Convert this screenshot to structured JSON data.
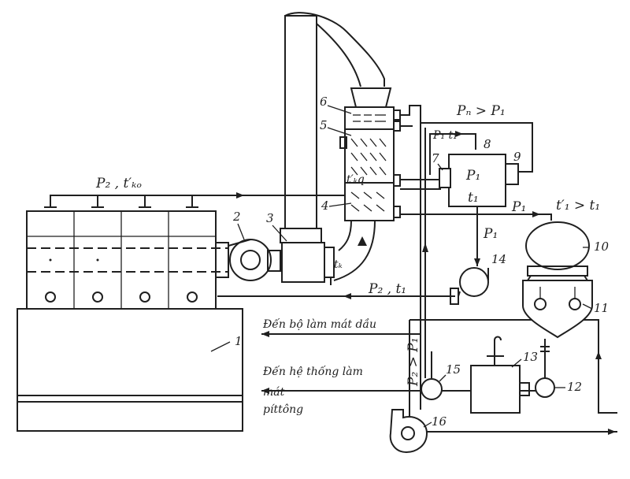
{
  "labels": {
    "top_pipe": "P₂ , t′ₖₒ",
    "pressure_relation_top": "Pₙ > P₁",
    "box8_top": "P₁  t₁",
    "box8_center_p": "P₁",
    "box8_center_t": "t₁",
    "right_pipe_p": "P₁",
    "temp_relation": "t′₁ > t₁",
    "pump14_p": "P₁",
    "t_kq_in": "t′ₖq",
    "t_k": "tₖ",
    "bottom_pipe": "P₂ , t₁",
    "vertical_relation": "P₂ > P₁",
    "to_oil_cooler": "Đến bộ làm mát dầu",
    "to_piston_line1": "Đến hệ thống làm",
    "to_piston_line2": "mát",
    "to_piston_line3": "píttông"
  },
  "numbers": {
    "n1": "1",
    "n2": "2",
    "n3": "3",
    "n4": "4",
    "n5": "5",
    "n6": "6",
    "n7": "7",
    "n8": "8",
    "n9": "9",
    "n10": "10",
    "n11": "11",
    "n12": "12",
    "n13": "13",
    "n14": "14",
    "n15": "15",
    "n16": "16"
  }
}
